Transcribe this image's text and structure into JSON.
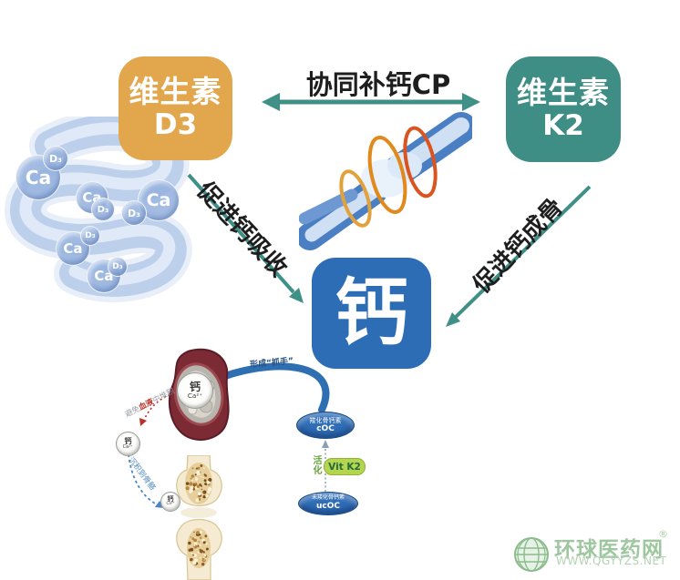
{
  "header": {
    "synergy_label": "协同补钙CP"
  },
  "nodes": {
    "d3": {
      "line1": "维生素",
      "line2": "D3",
      "color": "#E2A64D"
    },
    "k2": {
      "line1": "维生素",
      "line2": "K2",
      "color": "#3E8E85"
    },
    "calcium": {
      "label": "钙",
      "color": "#2D6DB5"
    }
  },
  "arrows": {
    "absorb_label": "促进钙吸收",
    "bone_label": "促进钙成骨",
    "arrow_color": "#3F9087"
  },
  "intestine": {
    "ca_label": "Ca",
    "d_label": "D₃"
  },
  "mechanism": {
    "vessel_ball": {
      "line1": "钙",
      "line2": "Ca²⁺"
    },
    "grab_label": "形成“抓手”",
    "avoid": {
      "pre": "避免",
      "red": "血液",
      "post": "中堆积"
    },
    "free_ball": {
      "line1": "钙",
      "line2": "Ca²⁺"
    },
    "deposit_label": "沉积到骨骼",
    "bone_ball": {
      "line1": "钙",
      "line2": "Ca²⁺"
    },
    "coc": {
      "line1": "羧化骨钙素",
      "line2": "cOC"
    },
    "activate_label": "活化",
    "vitk2_label": "Vit K2",
    "ucoc": {
      "line1": "未羧化骨钙素",
      "line2": "ucOC"
    }
  },
  "watermark": {
    "name": "环球医药网",
    "reg": "®",
    "url": "WWW.QGYYZS.NET"
  }
}
